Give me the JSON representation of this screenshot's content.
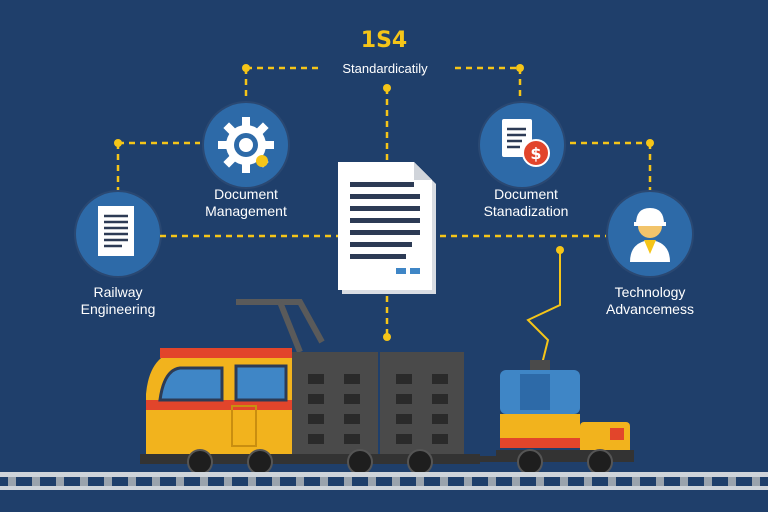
{
  "title": "1S4",
  "subtitle": "Standardicatily",
  "nodes": {
    "document_management": "Document\nManagement",
    "document_standardization": "Document\nStanadization",
    "railway_engineering": "Railway\nEngineering",
    "technology_advancements": "Technology\nAdvancemess"
  },
  "icons": {
    "document_management": "gear-icon",
    "document_standardization": "money-document-icon",
    "railway_engineering": "document-icon",
    "technology_advancements": "engineer-icon",
    "center": "document-icon"
  },
  "colors": {
    "background": "#1f3f6b",
    "accent": "#f5c518",
    "circle": "#2d6aa8",
    "train_yellow": "#f2b31d",
    "train_red": "#e2452b",
    "train_dark": "#4a4a4a",
    "train_blue": "#3f86c6"
  }
}
